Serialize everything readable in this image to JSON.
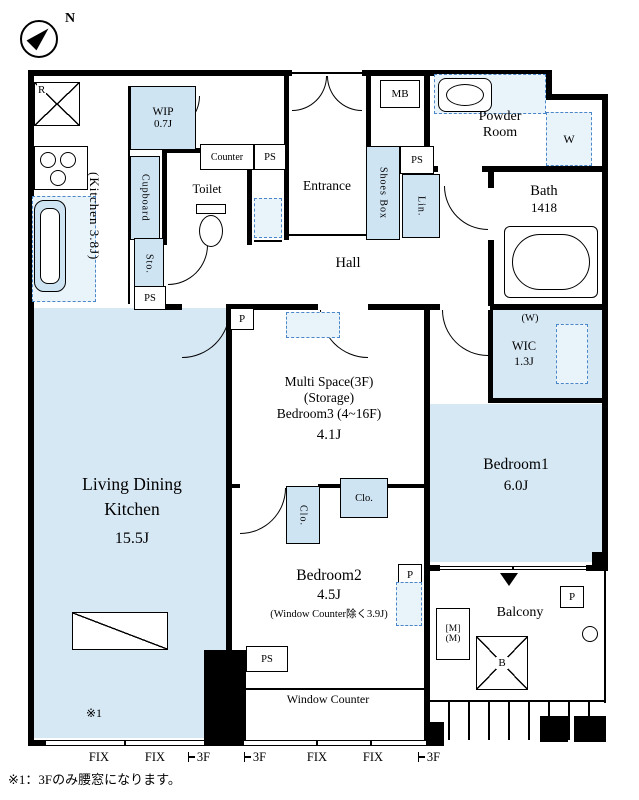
{
  "colors": {
    "floor": "#d7e8f5",
    "fixture": "#cfe4f3",
    "dash_border": "#4a86c8",
    "wall": "#000000"
  },
  "compass": {
    "north": "N"
  },
  "rooms": {
    "kitchen": {
      "label": "(Kitchen 3.8J)"
    },
    "wip": {
      "name": "WIP",
      "size": "0.7J"
    },
    "cupboard": {
      "name": "Cupboard"
    },
    "sto": {
      "name": "Sto."
    },
    "toilet": {
      "name": "Toilet"
    },
    "counter": {
      "name": "Counter"
    },
    "entrance": {
      "name": "Entrance"
    },
    "shoes_box": {
      "name": "Shoes Box"
    },
    "linen": {
      "name": "Lin."
    },
    "mb": {
      "name": "MB"
    },
    "powder_room": {
      "line1": "Powder",
      "line2": "Room"
    },
    "washer": {
      "name": "W"
    },
    "bath": {
      "name": "Bath",
      "size": "1418"
    },
    "hall": {
      "name": "Hall"
    },
    "wic": {
      "name": "WIC",
      "size": "1.3J",
      "note": "(W)"
    },
    "multi_space": {
      "line1": "Multi Space(3F)",
      "line2": "(Storage)",
      "line3": "Bedroom3 (4~16F)",
      "size": "4.1J"
    },
    "bedroom1": {
      "name": "Bedroom1",
      "size": "6.0J"
    },
    "ldk": {
      "line1": "Living Dining",
      "line2": "Kitchen",
      "size": "15.5J"
    },
    "bedroom2": {
      "name": "Bedroom2",
      "size": "4.5J",
      "note": "(Window Counter除く3.9J)"
    },
    "closet": {
      "name": "Clo."
    },
    "balcony": {
      "name": "Balcony"
    },
    "window_counter": {
      "name": "Window Counter"
    }
  },
  "fixtures": {
    "range_hood": "R",
    "ps": "PS",
    "pipe": "P",
    "meter_line1": "[M]",
    "meter_line2": "(M)",
    "b_box": "B"
  },
  "bottom_labels": [
    {
      "text": "FIX"
    },
    {
      "text": "FIX"
    },
    {
      "text": "3F"
    },
    {
      "text": "3F"
    },
    {
      "text": "FIX"
    },
    {
      "text": "FIX"
    },
    {
      "text": "3F"
    }
  ],
  "notes": {
    "marker": "※1",
    "footnote": "※1：3Fのみ腰窓になります。"
  }
}
